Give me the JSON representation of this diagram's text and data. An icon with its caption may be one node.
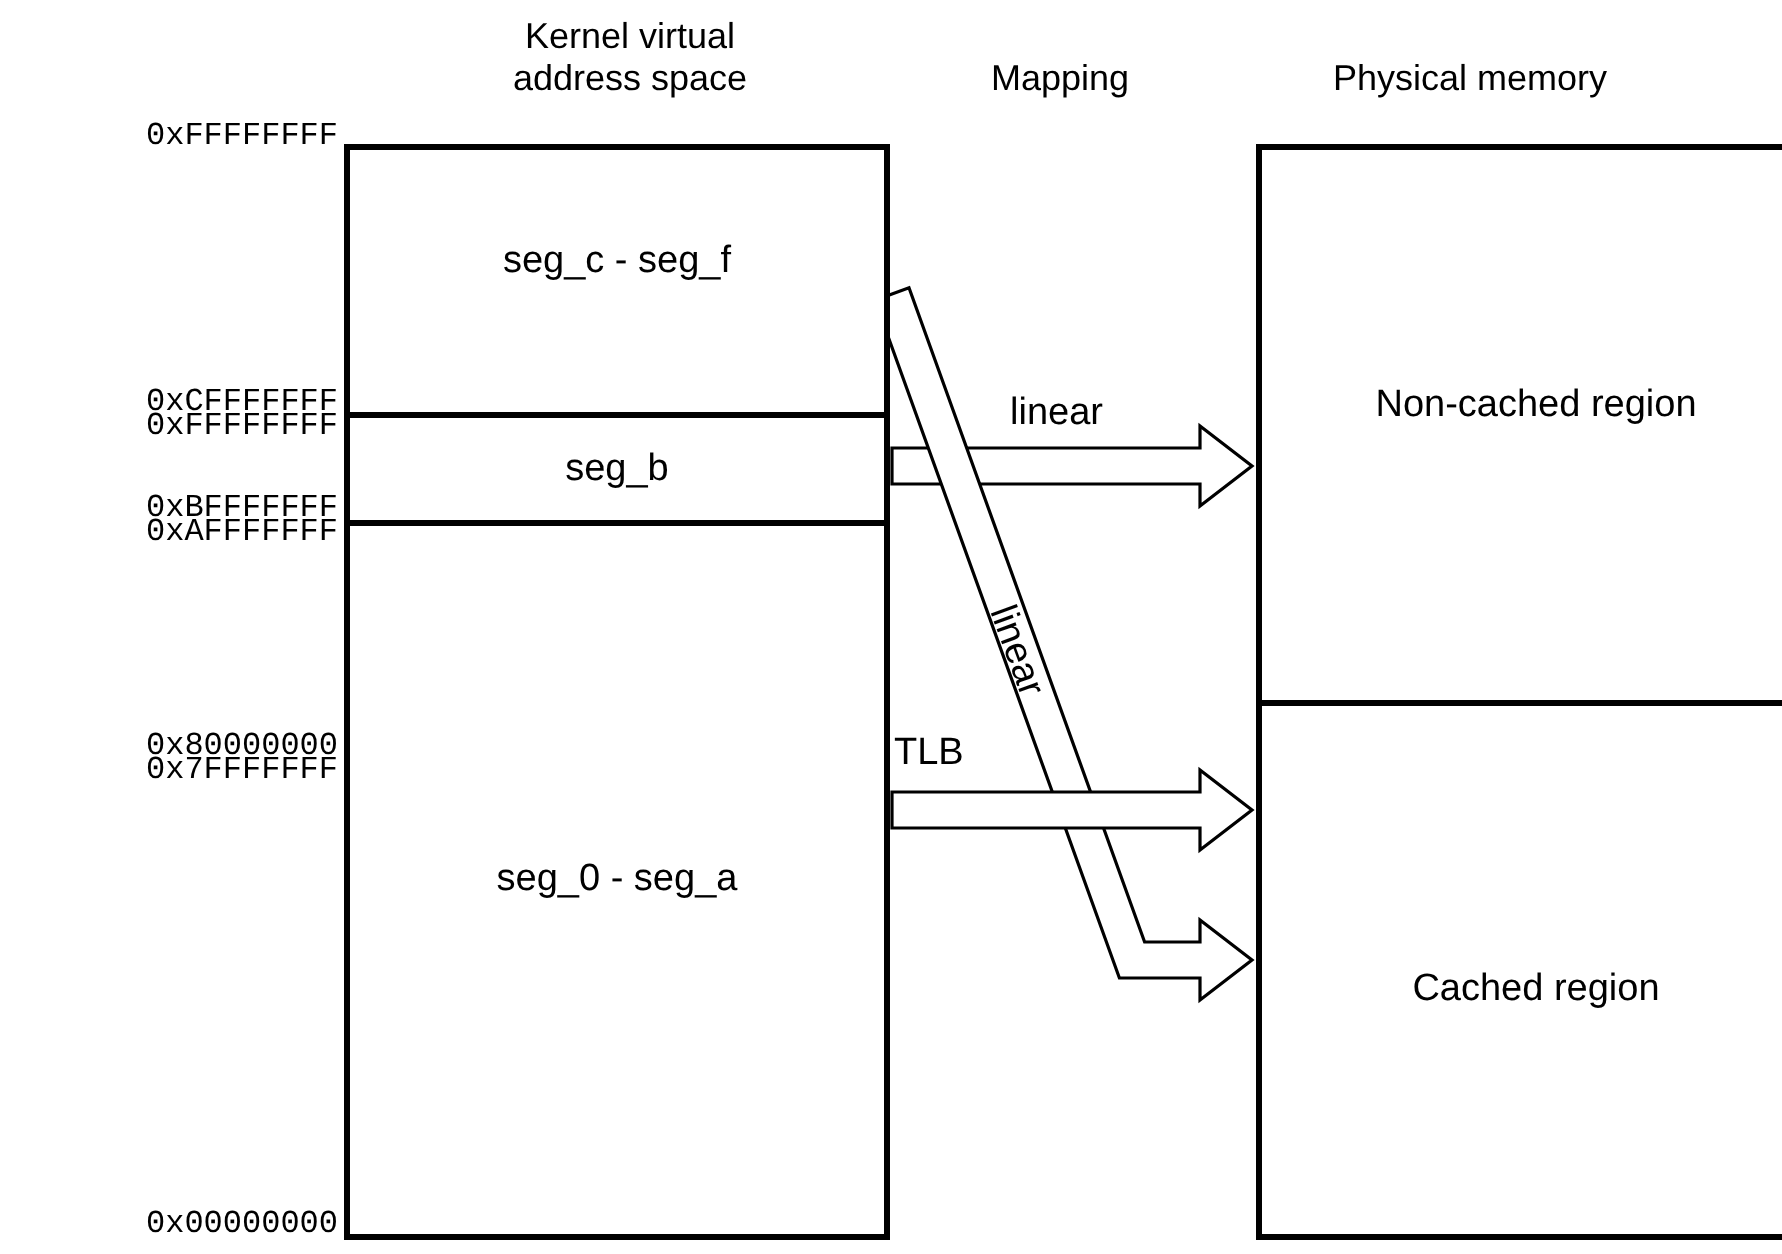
{
  "diagram": {
    "nodes": [
      {
        "text": [
          "seg_c - seg_f"
        ]
      },
      {
        "text": [
          "seg_b"
        ]
      },
      {
        "text": [
          "seg_0 - seg_a"
        ]
      },
      {
        "text": [
          "Non-cached region"
        ]
      },
      {
        "text": [
          "Cached region"
        ]
      }
    ],
    "edges": [
      {
        "from": 1,
        "to": 3,
        "arrow": "to",
        "label": "linear"
      },
      {
        "from": 0,
        "to": 4,
        "arrow": "to",
        "label": "linear"
      },
      {
        "from": 2,
        "to": 4,
        "arrow": "to",
        "label": "TLB"
      }
    ],
    "labels": [
      "Kernel virtual address space",
      "Mapping",
      "Physical memory",
      "0xFFFFFFFF",
      "0xCFFFFFFF",
      "0xFFFFFFFF",
      "0xBFFFFFFF",
      "0xAFFFFFFF",
      "0x80000000",
      "0x7FFFFFFF",
      "0x00000000"
    ]
  }
}
